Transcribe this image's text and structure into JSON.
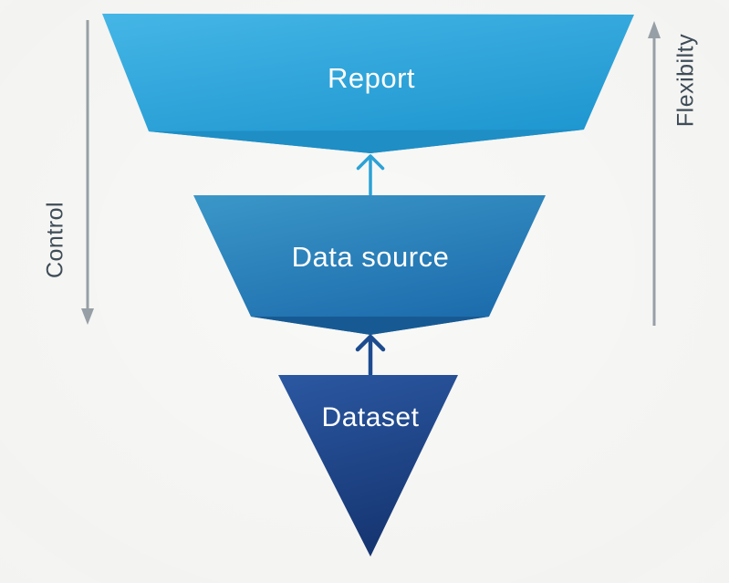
{
  "background_color": "#f3f3f1",
  "funnel": {
    "label_color": "#ffffff",
    "stages": [
      {
        "id": "report",
        "label": "Report",
        "color_top": "#45b6e6",
        "color_bottom": "#1f97d0",
        "band_color": "#1e8ec5"
      },
      {
        "id": "data-source",
        "label": "Data source",
        "color_top": "#3b97c8",
        "color_bottom": "#1d6dad",
        "band_color": "#175a93"
      },
      {
        "id": "dataset",
        "label": "Dataset",
        "color_top": "#2b58a2",
        "color_bottom": "#163672"
      }
    ],
    "arrows": {
      "data_source_to_report_color": "#2aa2d6",
      "dataset_to_data_source_color": "#1c4c8f"
    }
  },
  "axes": {
    "line_color": "#979fa6",
    "text_color": "#3e4c57",
    "left": {
      "label": "Control",
      "direction": "down"
    },
    "right": {
      "label": "Flexibilty",
      "direction": "up"
    }
  }
}
